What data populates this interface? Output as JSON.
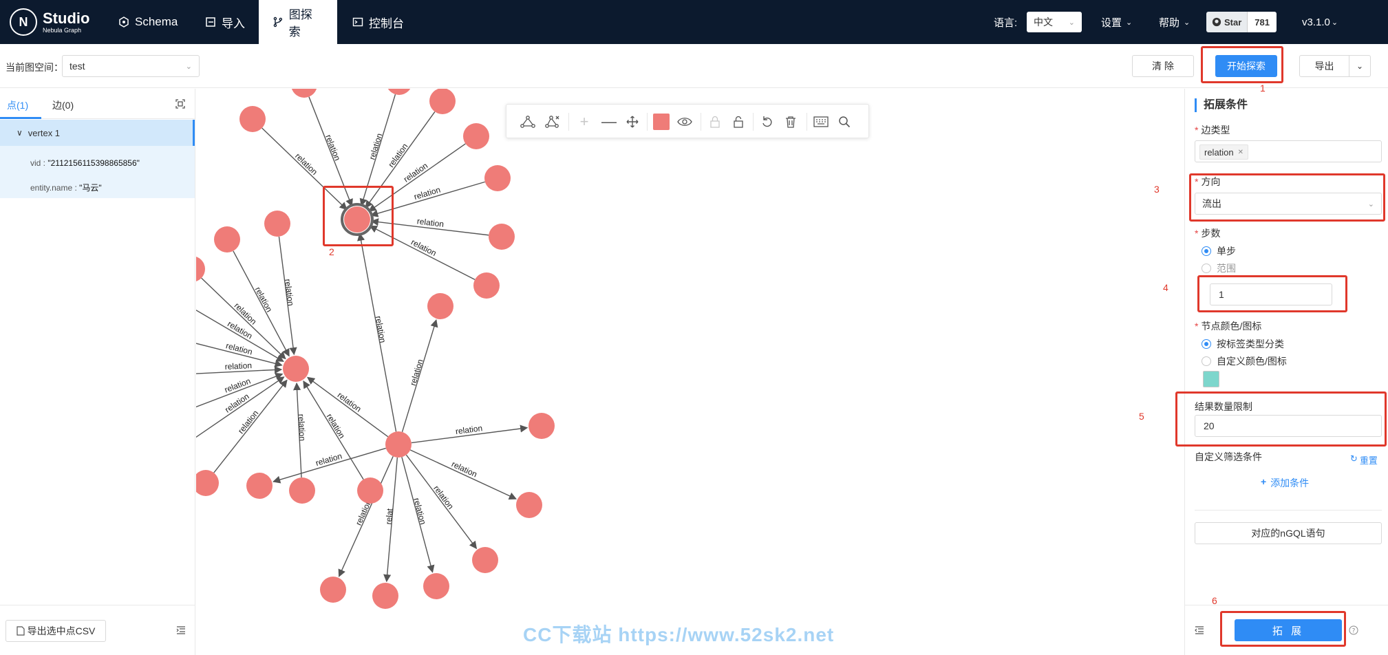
{
  "nav": {
    "logo_text": "Studio",
    "logo_sub": "Nebula Graph",
    "logo_letter": "N",
    "tabs": [
      {
        "label": "Schema"
      },
      {
        "label": "导入"
      },
      {
        "label": "图探索"
      },
      {
        "label": "控制台"
      }
    ],
    "lang_label": "语言:",
    "lang_value": "中文",
    "settings": "设置",
    "help": "帮助",
    "star_label": "Star",
    "star_count": "781",
    "version": "v3.1.0"
  },
  "subbar": {
    "space_label": "当前图空间：",
    "space_value": "test",
    "clear_label": "清 除",
    "start_label": "开始探索",
    "export_label": "导出"
  },
  "left": {
    "tab_vertices": "点(1)",
    "tab_edges": "边(0)",
    "vertex_name": "vertex 1",
    "vid_key": "vid :",
    "vid_value": "\"2112156115398865856\"",
    "name_key": "entity.name :",
    "name_value": "\"马云\"",
    "csv_label": "导出选中点CSV"
  },
  "right": {
    "title": "拓展条件",
    "edge_type_label": "边类型",
    "edge_type_tag": "relation",
    "direction_label": "方向",
    "direction_value": "流出",
    "steps_label": "步数",
    "step_single": "单步",
    "step_range": "范围",
    "step_value": "1",
    "color_label": "节点颜色/图标",
    "color_by_tag": "按标签类型分类",
    "color_custom": "自定义颜色/图标",
    "limit_label": "结果数量限制",
    "limit_value": "20",
    "filter_label": "自定义筛选条件",
    "reset_label": "重置",
    "add_condition": "添加条件",
    "ngql_label": "对应的nGQL语句",
    "expand_label": "拓 展"
  },
  "graph": {
    "edge_label": "relation",
    "edge_label_truncated": "relat",
    "node_color": "#ef7c78",
    "edge_color": "#555555"
  },
  "annotations": [
    "1",
    "2",
    "3",
    "4",
    "5",
    "6"
  ],
  "watermark": "CC下载站 https://www.52sk2.net",
  "colors": {
    "nav_bg": "#0c1a2e",
    "accent": "#2f8cf5",
    "annotation": "#e0382b",
    "swatch": "#7dd6cc",
    "toolbar_color": "#ef7c78"
  }
}
